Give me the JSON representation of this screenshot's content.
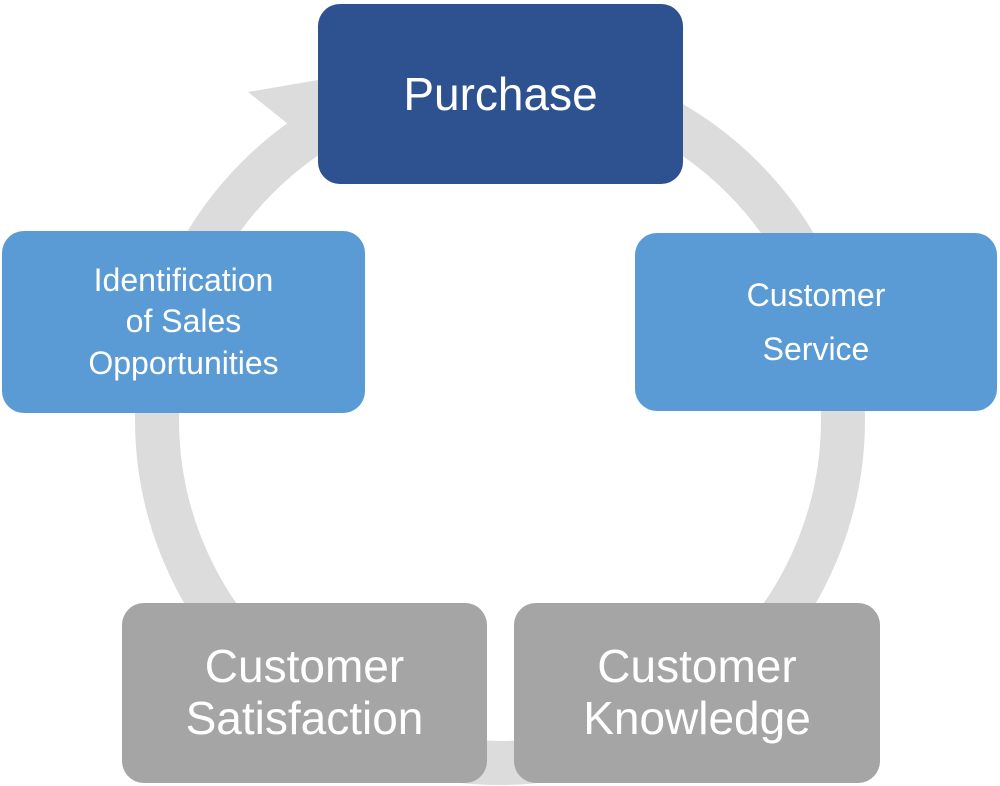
{
  "diagram": {
    "type": "cycle",
    "nodes": [
      {
        "id": "purchase",
        "label": "Purchase",
        "color": "#2e5190"
      },
      {
        "id": "customer-service",
        "label": "Customer\nService",
        "color": "#5b9bd5"
      },
      {
        "id": "customer-knowledge",
        "label": "Customer\nKnowledge",
        "color": "#a5a5a5"
      },
      {
        "id": "customer-satisfaction",
        "label": "Customer\nSatisfaction",
        "color": "#a5a5a5"
      },
      {
        "id": "identification",
        "label": "Identification\nof Sales\nOpportunities",
        "color": "#5b9bd5"
      }
    ],
    "ring_color": "#dcdcdc",
    "direction": "clockwise"
  }
}
